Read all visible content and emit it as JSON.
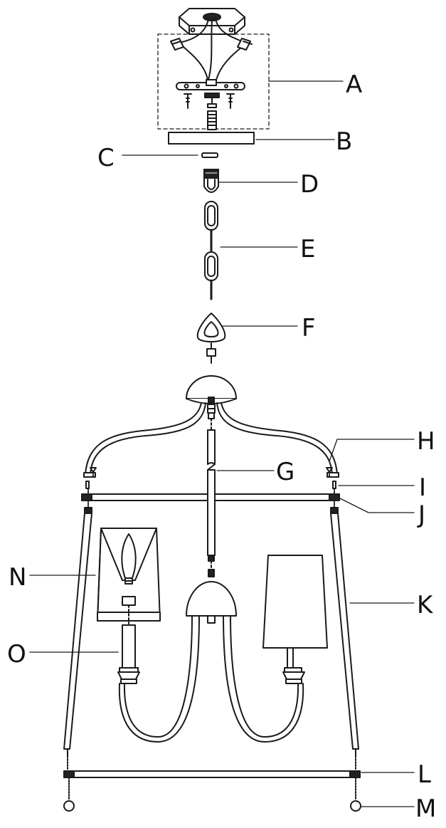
{
  "diagram": {
    "colors": {
      "stroke": "#1a1a1a",
      "fill_light": "#ffffff",
      "fill_gray": "#bfbfbf",
      "fill_dark": "#222222"
    },
    "labels": [
      {
        "id": "A",
        "text": "A"
      },
      {
        "id": "B",
        "text": "B"
      },
      {
        "id": "C",
        "text": "C"
      },
      {
        "id": "D",
        "text": "D"
      },
      {
        "id": "E",
        "text": "E"
      },
      {
        "id": "F",
        "text": "F"
      },
      {
        "id": "G",
        "text": "G"
      },
      {
        "id": "H",
        "text": "H"
      },
      {
        "id": "I",
        "text": "I"
      },
      {
        "id": "J",
        "text": "J"
      },
      {
        "id": "K",
        "text": "K"
      },
      {
        "id": "L",
        "text": "L"
      },
      {
        "id": "M",
        "text": "M"
      },
      {
        "id": "N",
        "text": "N"
      },
      {
        "id": "O",
        "text": "O"
      }
    ]
  }
}
